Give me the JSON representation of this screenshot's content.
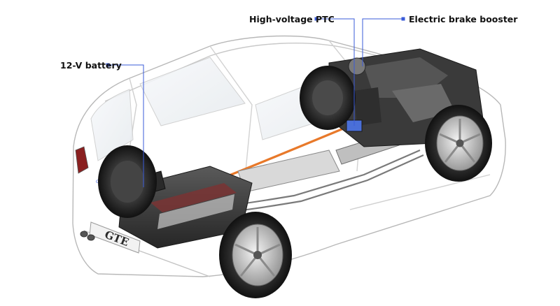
{
  "callouts": {
    "battery": "12-V battery",
    "ptc": "High-voltage PTC",
    "brake_booster": "Electric brake booster"
  },
  "badges": {
    "rear_plate": "GTE",
    "tailgate": "GTE"
  },
  "colors": {
    "callout_line": "#3a5bd9",
    "body_outline": "#b8b8b8",
    "hv_cable": "#e8792a",
    "battery_pack": "#3c3c3c"
  }
}
